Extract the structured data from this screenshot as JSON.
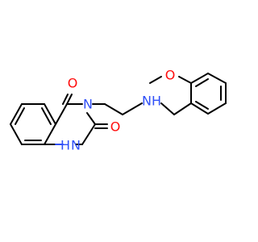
{
  "molecule": {
    "atom_labels": {
      "carbonyl_o_top": "O",
      "carbonyl_o_right": "O",
      "ring_n": "N",
      "ring_nh": "H",
      "ring_nh_n": "N",
      "amine_nh": "NH",
      "methoxy_o": "O"
    }
  },
  "colors": {
    "bond": "#000000",
    "oxygen": "#ff0d0d",
    "nitrogen": "#3050f8",
    "background": "#ffffff"
  }
}
